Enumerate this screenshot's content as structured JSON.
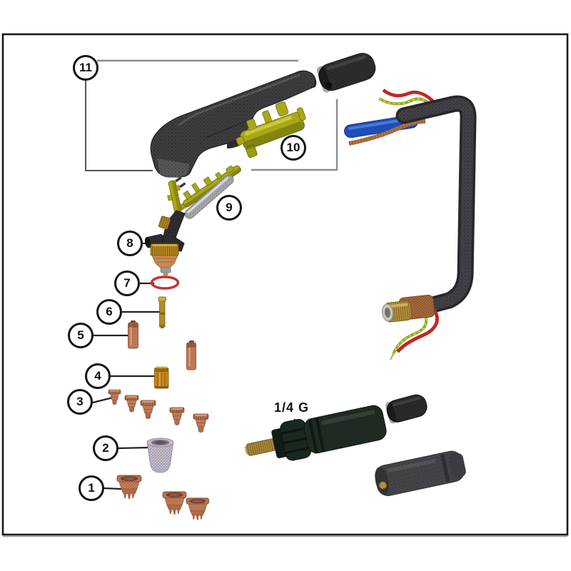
{
  "annotations": {
    "thread_size": "1/4 G"
  },
  "callouts": [
    {
      "label": "1"
    },
    {
      "label": "2"
    },
    {
      "label": "3"
    },
    {
      "label": "4"
    },
    {
      "label": "5"
    },
    {
      "label": "6"
    },
    {
      "label": "7"
    },
    {
      "label": "8"
    },
    {
      "label": "9"
    },
    {
      "label": "10"
    },
    {
      "label": "11"
    }
  ],
  "palette": {
    "ink": "#1a1a1a",
    "leader_gray": "#8c8c8c",
    "handle_gray": "#3d3d40",
    "cable_black": "#2b2b2e",
    "copper": "#c07a58",
    "brass": "#b3903c",
    "amber": "#c8861c",
    "trigger_yellow": "#a8a818",
    "oring_red": "#c43030",
    "silver": "#cdc7d2",
    "wire_red": "#c42424",
    "wire_blue": "#2154c6",
    "wire_green_yellow": "#8fac28",
    "connector_green_black": "#1f2b23"
  }
}
